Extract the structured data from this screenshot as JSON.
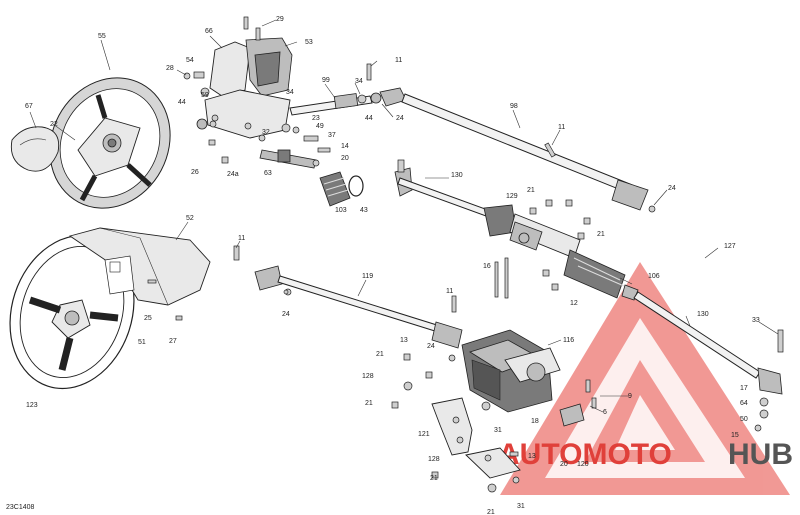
{
  "diagram_code": "23C1408",
  "watermark": {
    "text_part1": "AUTOMOTO",
    "text_part2": "HUB",
    "color_red": "#e0403a",
    "color_gray": "#555555"
  },
  "labels": {
    "l29": "29",
    "l66": "66",
    "l53": "53",
    "l55": "55",
    "l28": "28",
    "l54": "54",
    "l59": "59",
    "l11a": "11",
    "l99": "99",
    "l34a": "34",
    "l34b": "34",
    "l44a": "44",
    "l44b": "44",
    "l24a": "24",
    "l67": "67",
    "l22": "22",
    "l32": "32",
    "l23": "23",
    "l49": "49",
    "l37": "37",
    "l14": "14",
    "l20": "20",
    "l26": "26",
    "l24a2": "24a",
    "l63": "63",
    "l103": "103",
    "l43": "43",
    "l98": "98",
    "l11b": "11",
    "l24b": "24",
    "l130a": "130",
    "l129": "129",
    "l21a": "21",
    "l21b": "21",
    "l127": "127",
    "l52": "52",
    "l11c": "11",
    "l119": "119",
    "l16": "16",
    "l106": "106",
    "l12": "12",
    "l11d": "11",
    "l130b": "130",
    "l33": "33",
    "l25": "25",
    "l51": "51",
    "l27": "27",
    "l24c": "24",
    "l13a": "13",
    "l24d": "24",
    "l116": "116",
    "l21c": "21",
    "l128a": "128",
    "l21d": "21",
    "l17": "17",
    "l64": "64",
    "l50": "50",
    "l15": "15",
    "l9": "9",
    "l6": "6",
    "l18": "18",
    "l123": "123",
    "l31a": "31",
    "l121": "121",
    "l128b": "128",
    "l13b": "13",
    "l20b": "20",
    "l120": "120",
    "l21e": "21",
    "l21f": "21",
    "l31b": "31"
  }
}
